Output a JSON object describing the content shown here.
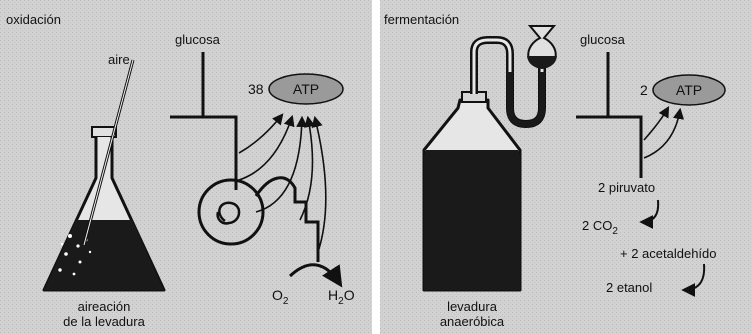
{
  "left_panel": {
    "heading": "oxidación",
    "air_label": "aire",
    "flask_caption_1": "aireación",
    "flask_caption_2": "de la levadura",
    "substrate": "glucosa",
    "atp_count": "38",
    "atp_label": "ATP",
    "oxygen_base": "O",
    "oxygen_sub": "2",
    "water_h": "H",
    "water_sub": "2",
    "water_o": "O"
  },
  "right_panel": {
    "heading": "fermentación",
    "substrate": "glucosa",
    "atp_count": "2",
    "atp_label": "ATP",
    "pyruvate": "2 piruvato",
    "co2_base": "2 CO",
    "co2_sub": "2",
    "acetaldehyde": "+ 2 acetaldehído",
    "ethanol": "2 etanol",
    "bottle_caption_1": "levadura",
    "bottle_caption_2": "anaeróbica"
  },
  "colors": {
    "panel_bg": "#cfcfcf",
    "ink": "#111111",
    "atp_fill": "#9a9a9a"
  }
}
